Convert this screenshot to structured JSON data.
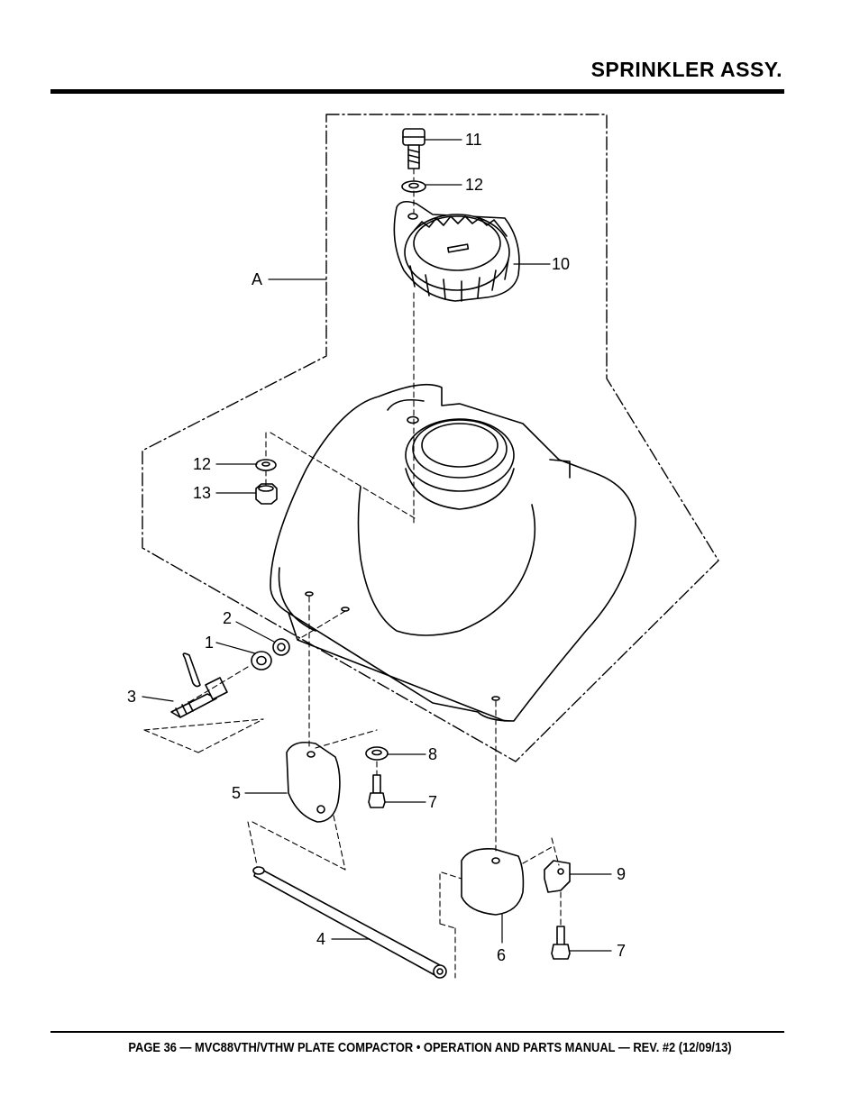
{
  "header": {
    "title": "SPRINKLER ASSY."
  },
  "footer": {
    "text": "PAGE 36 — MVC88VTH/VTHW PLATE COMPACTOR • OPERATION AND PARTS MANUAL — REV. #2 (12/09/13)"
  },
  "diagram": {
    "callouts": {
      "c11": "11",
      "c12a": "12",
      "c10": "10",
      "cA": "A",
      "c12b": "12",
      "c13": "13",
      "c2": "2",
      "c1": "1",
      "c3": "3",
      "c8": "8",
      "c5": "5",
      "c7a": "7",
      "c9": "9",
      "c4": "4",
      "c6": "6",
      "c7b": "7"
    }
  }
}
